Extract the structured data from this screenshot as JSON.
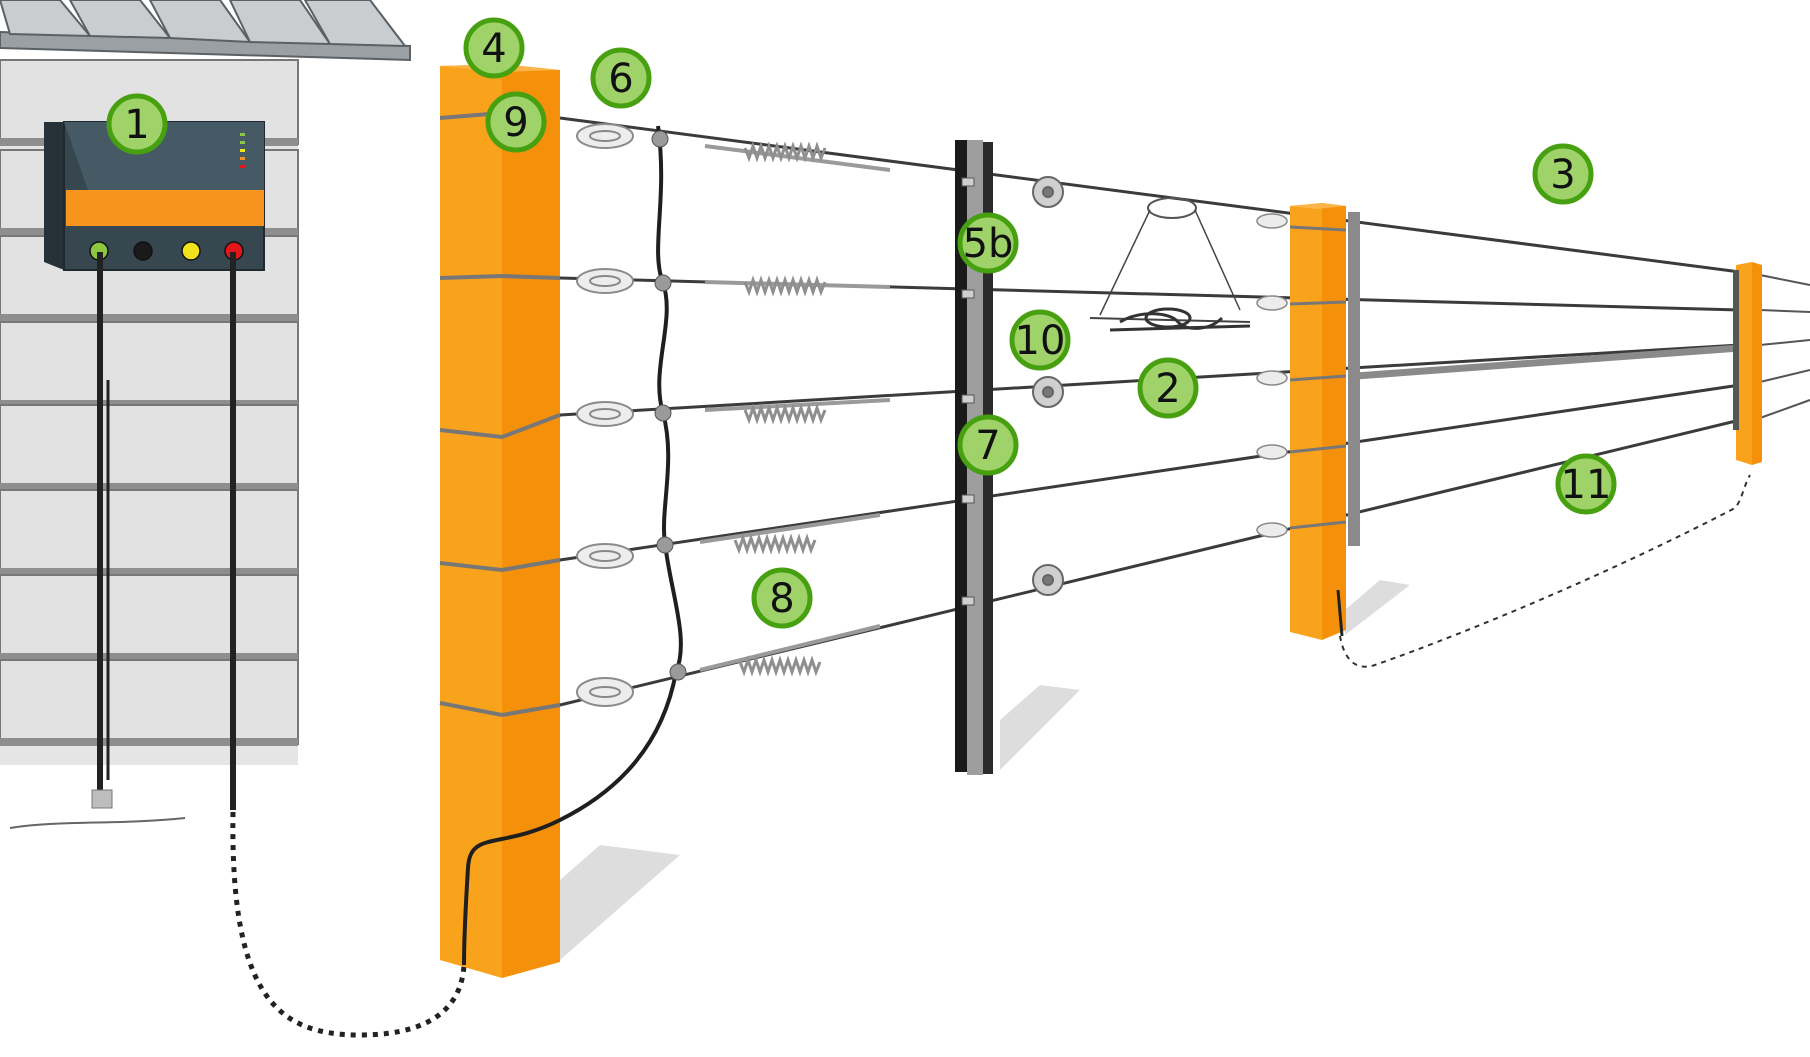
{
  "labels": [
    {
      "id": "energizer",
      "text": "1"
    },
    {
      "id": "wire",
      "text": "2"
    },
    {
      "id": "fence-run",
      "text": "3"
    },
    {
      "id": "end-post",
      "text": "4"
    },
    {
      "id": "line-post",
      "text": "5b"
    },
    {
      "id": "insulator",
      "text": "6"
    },
    {
      "id": "post-body",
      "text": "7"
    },
    {
      "id": "tensioner",
      "text": "8"
    },
    {
      "id": "wire-top",
      "text": "9"
    },
    {
      "id": "knot",
      "text": "10"
    },
    {
      "id": "ground-return",
      "text": "11"
    }
  ],
  "energizer": {
    "leds": [
      "#8dc63f",
      "#1a1a1a",
      "#f2e21b",
      "#e3161b"
    ],
    "body_color": "#37474f",
    "band_color": "#f7941d"
  },
  "colors": {
    "post": "#f7941d",
    "badge_fill": "#9fd36a",
    "badge_ring": "#46a010",
    "wall": "#e2e2e2"
  }
}
